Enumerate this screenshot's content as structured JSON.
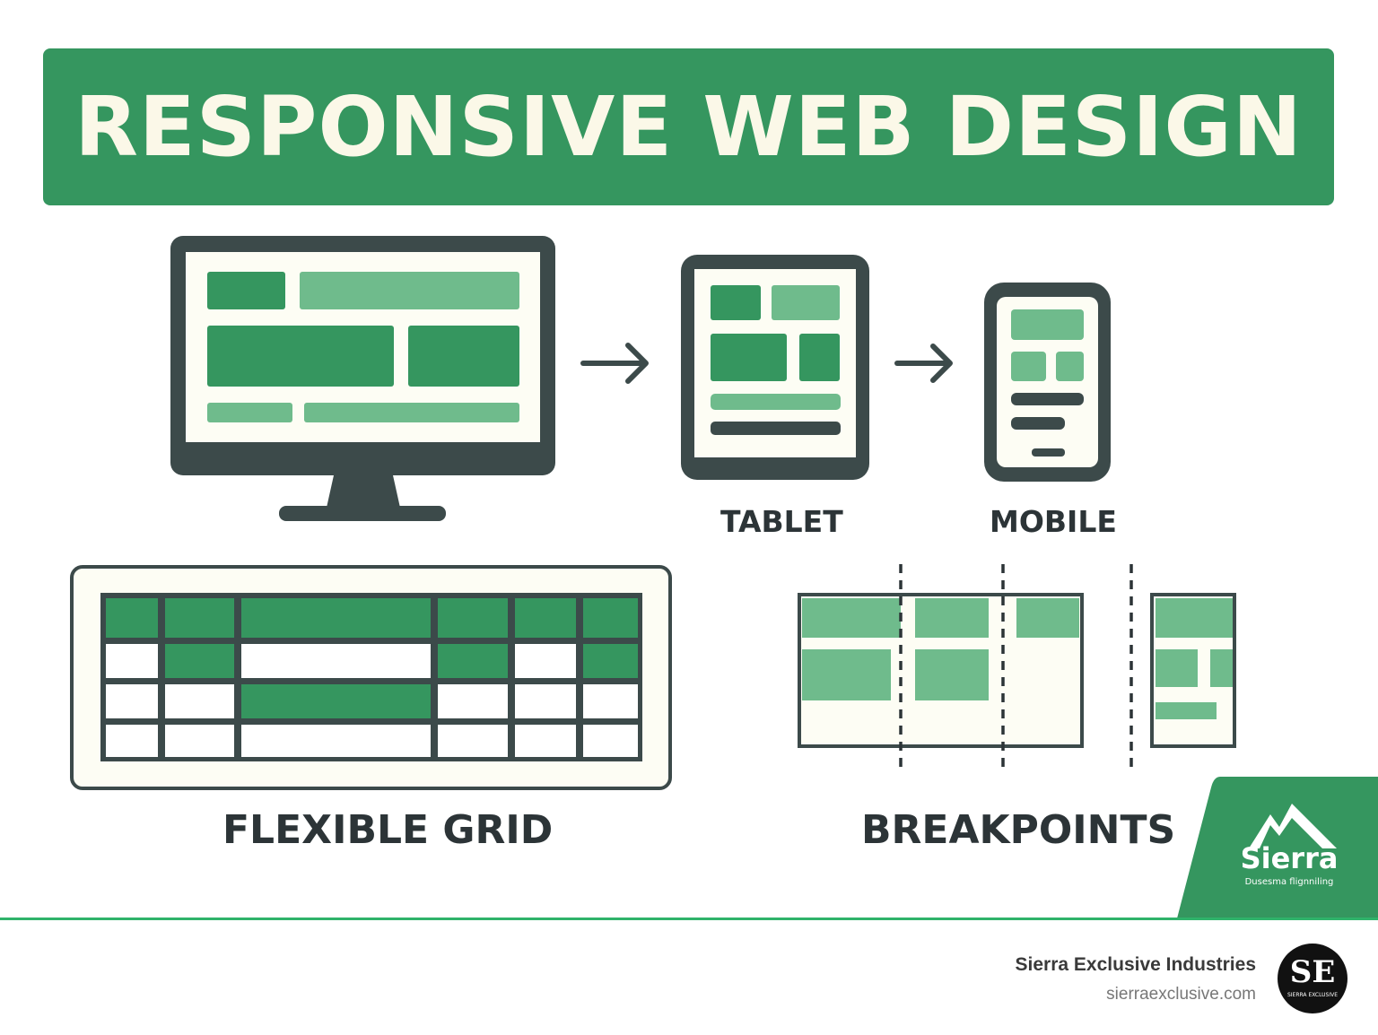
{
  "header": {
    "title": "RESPONSIVE WEB DESIGN"
  },
  "devices": {
    "tablet_label": "TABLET",
    "mobile_label": "MOBILE"
  },
  "sections": {
    "grid_label": "FLEXIBLE GRID",
    "breakpoints_label": "BREAKPOINTS"
  },
  "corner_logo": {
    "brand": "Sierra",
    "tagline": "Dusesma flignniling"
  },
  "footer": {
    "company": "Sierra Exclusive Industries",
    "website": "sierraexclusive.com",
    "badge_letters": "SE",
    "badge_sub": "SIERRA EXCLUSIVE"
  },
  "colors": {
    "green_dark": "#35965f",
    "green_light": "#6fbb8c",
    "outline": "#3c4a4a",
    "accent_line": "#2fb36a"
  }
}
